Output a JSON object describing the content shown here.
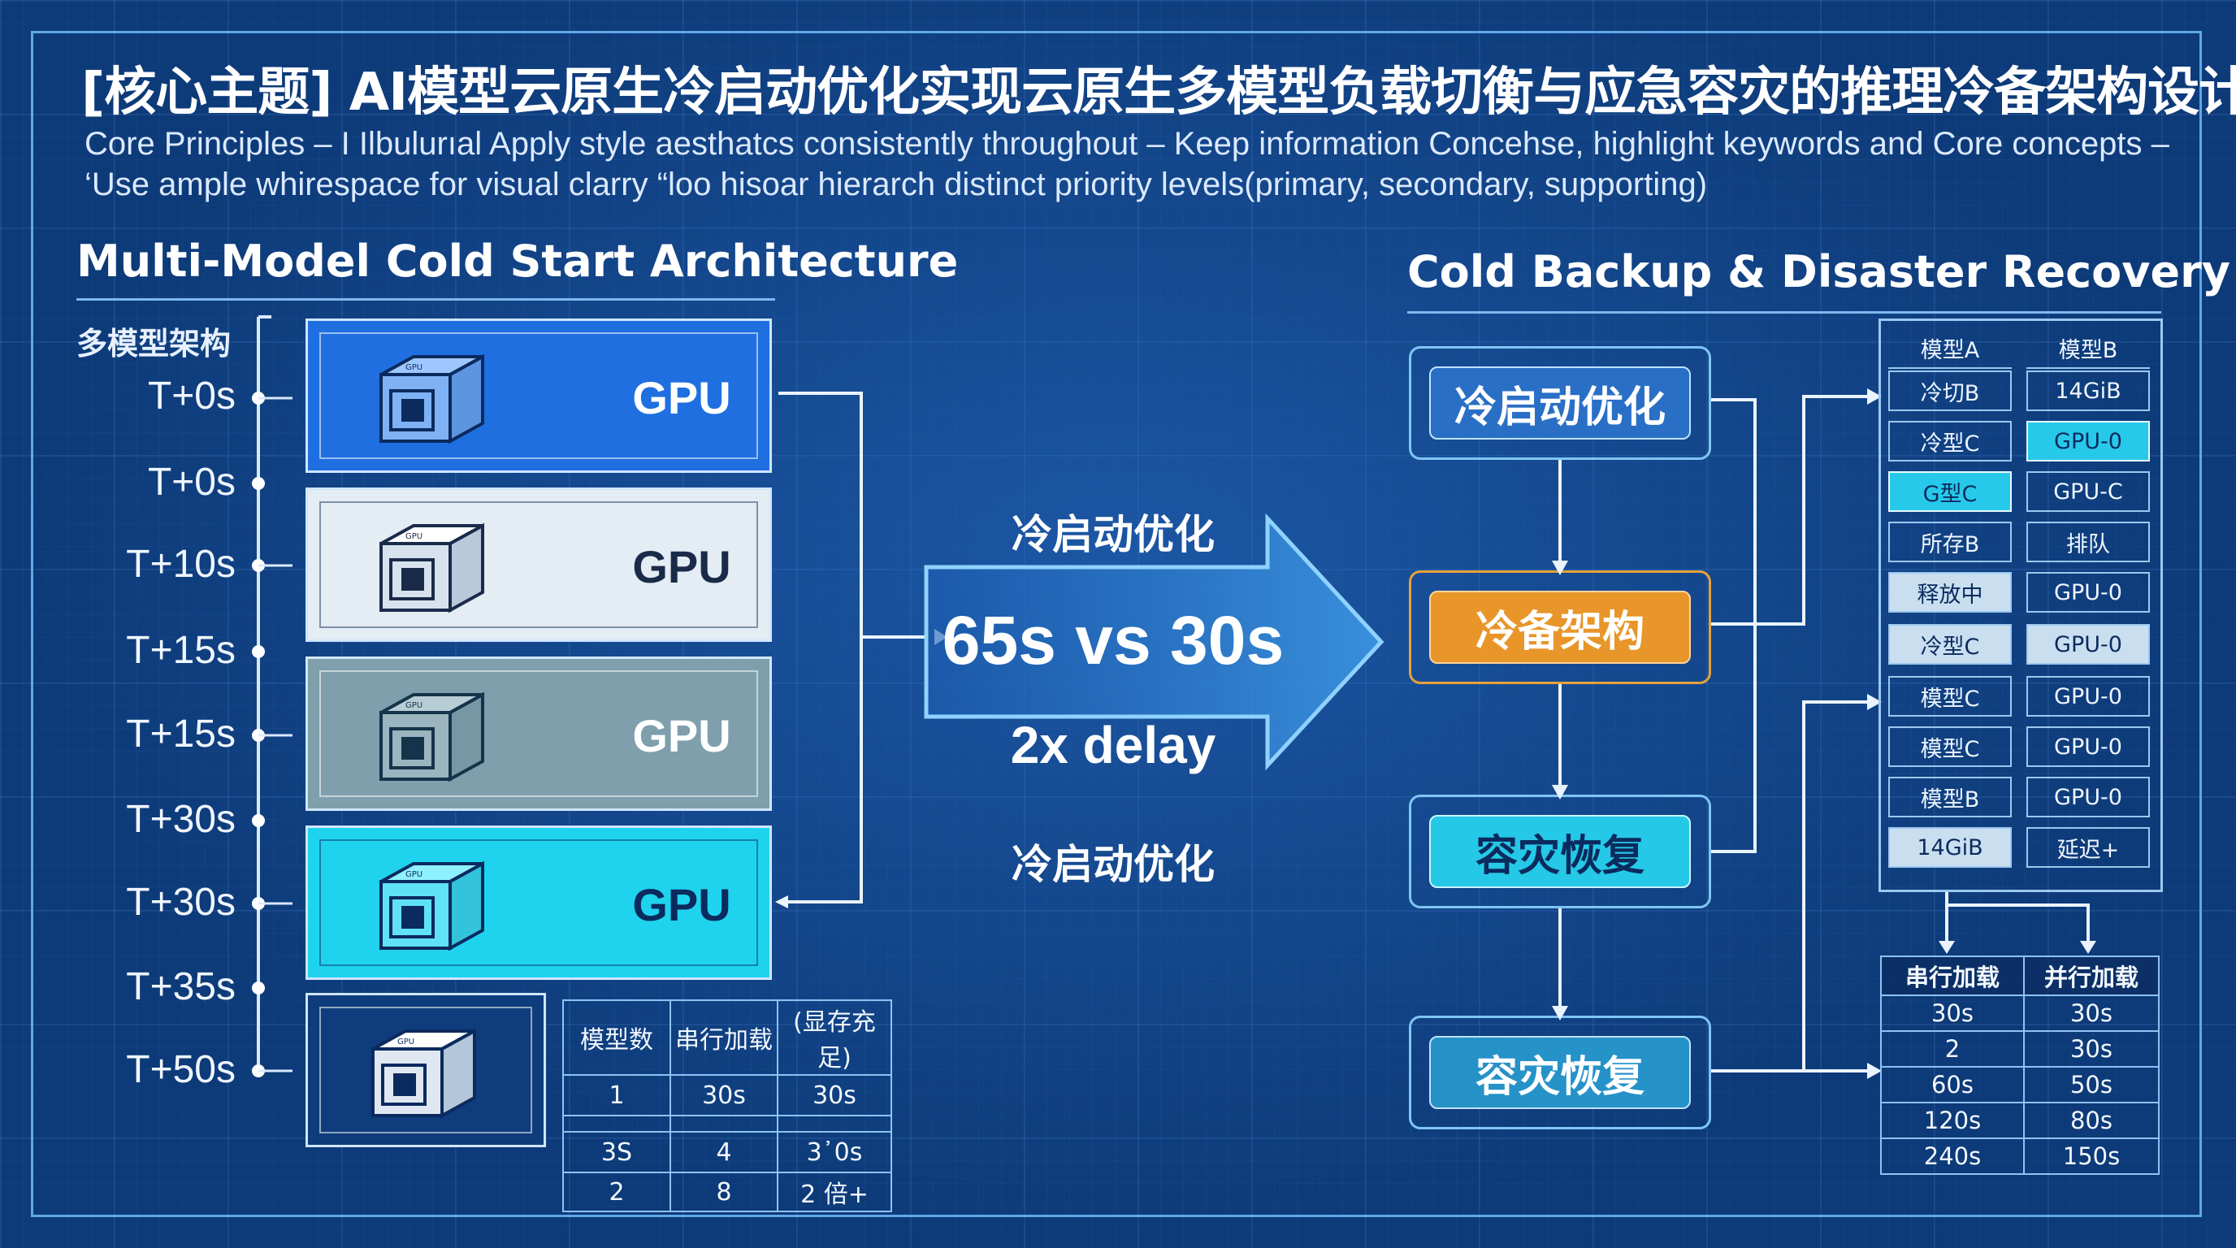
{
  "title": "[核心主题] AI模型云原生冷启动优化实现云原生多模型负载切衡与应急容灾的推理冷备架构设计",
  "principles": {
    "line1": "Core Principles – I Ilbulurıal  Apply style aesthatcs consistently throughout – Keep information Concehse, highlight keywords and Core concepts –",
    "line2": "‘Use ample whirespace for visual clarry  “loo hisoar hierarch distinct priority levels(primary, secondary, supporting)"
  },
  "left": {
    "title": "Multi-Model Cold Start Architecture",
    "axis_label": "多模型架构",
    "time_labels": [
      "T+0s",
      "T+0s",
      "T+10s",
      "T+15s",
      "T+15s",
      "T+30s",
      "T+30s",
      "T+35s",
      "T+50s"
    ],
    "gpu_label": "GPU",
    "chip_text": "GPU",
    "table": {
      "headers": [
        "模型数",
        "串行加载",
        "(显存充足)"
      ],
      "rows": [
        [
          "1",
          "30s",
          "30s"
        ],
        [
          "",
          "",
          ""
        ],
        [
          "3S",
          "4",
          "3᾿0s"
        ],
        [
          "2",
          "8",
          "2 倍+"
        ]
      ]
    }
  },
  "middle": {
    "top_label": "冷启动优化",
    "big_value": "65s vs 30s",
    "sub_value": "2x delay",
    "bottom_label": "冷启动优化"
  },
  "right": {
    "title": "Cold Backup & Disaster Recovery",
    "title_suffix": "既失",
    "flow": [
      "冷启动优化",
      "冷备架构",
      "容灾恢复",
      "容灾恢复"
    ],
    "grid_headers": [
      "模型A",
      "模型B"
    ],
    "grid_rows": [
      [
        "冷切B",
        "14GiB"
      ],
      [
        "冷型C",
        "GPU-0"
      ],
      [
        "G型C",
        "GPU-C"
      ],
      [
        "所存B",
        "排队"
      ],
      [
        "释放中",
        "GPU-0"
      ],
      [
        "冷型C",
        "GPU-0"
      ],
      [
        "模型C",
        "GPU-0"
      ],
      [
        "模型C",
        "GPU-0"
      ],
      [
        "模型B",
        "GPU-0"
      ],
      [
        "14GiB",
        "延迟+"
      ]
    ],
    "table2": {
      "headers": [
        "串行加载",
        "并行加载"
      ],
      "rows": [
        [
          "30s",
          "30s"
        ],
        [
          "2",
          "30s"
        ],
        [
          "60s",
          "50s"
        ],
        [
          "120s",
          "80s"
        ],
        [
          "240s",
          "150s"
        ]
      ]
    }
  },
  "colors": {
    "background": "#0d3a78",
    "card_blue": "#1f6fe0",
    "card_light": "#e4ecf4",
    "card_gray": "#7f9fad",
    "card_cyan": "#1fd3ee",
    "flow_orange": "#e8962a",
    "flow_blue": "#2a6fc6",
    "flow_cyan": "#25c8e6",
    "cell_highlight": "#27c9ea",
    "cell_light": "#c9dff0"
  }
}
